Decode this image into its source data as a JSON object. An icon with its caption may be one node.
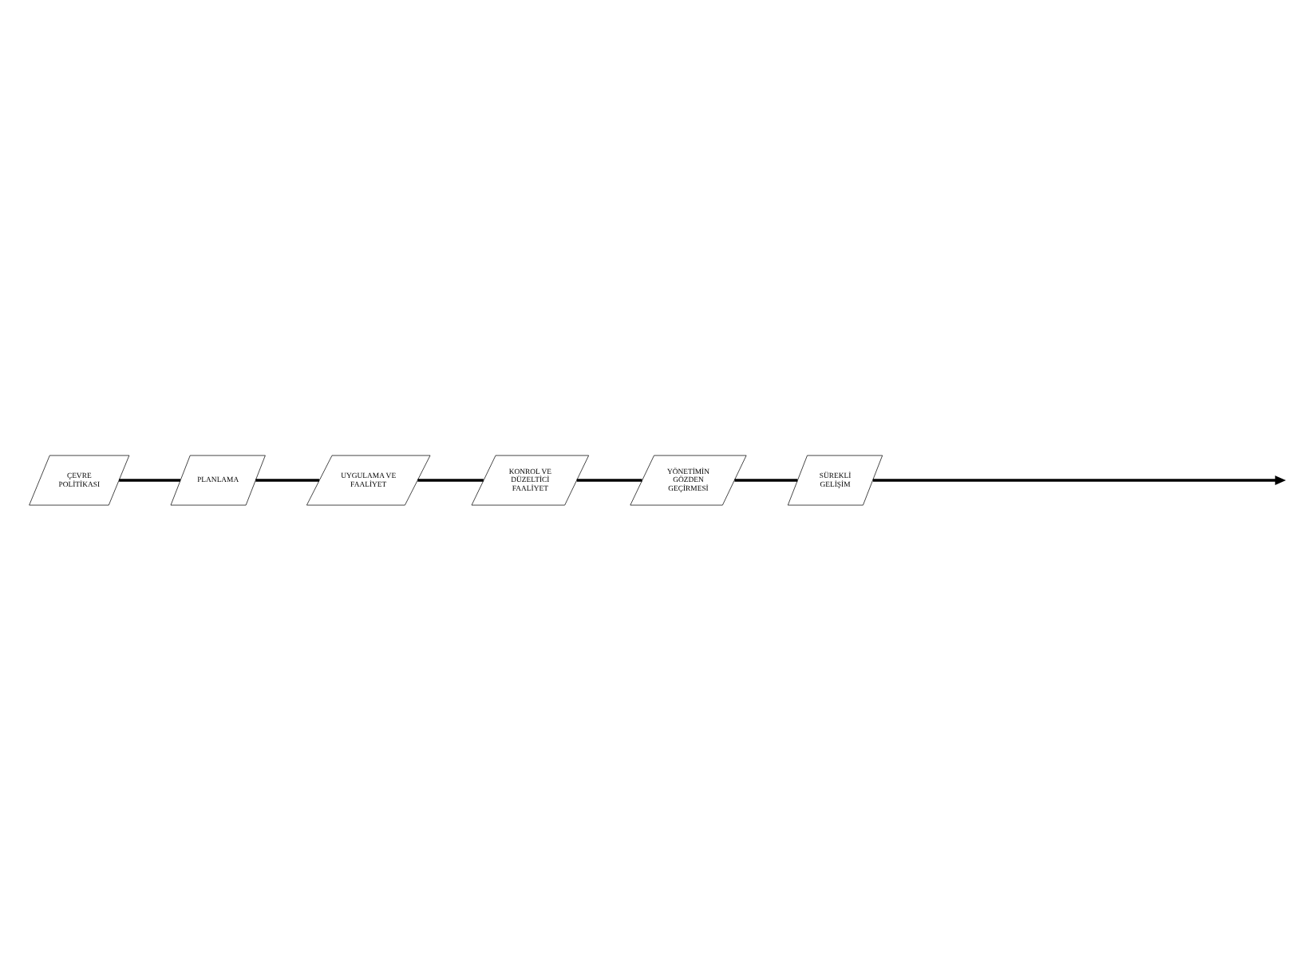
{
  "diagram": {
    "nodes": [
      {
        "text": [
          "SÜREKLİ GELİŞİM"
        ]
      },
      {
        "text": [
          "YÖNETİMİN GÖZDEN GEÇİRMESİ"
        ]
      },
      {
        "text": [
          "ÇEVRE POLİTİKASI"
        ]
      },
      {
        "text": [
          "KONROL VE DÜZELTİCİ FAALİYET"
        ]
      },
      {
        "text": [
          "PLANLAMA"
        ]
      },
      {
        "text": [
          "UYGULAMA VE FAALİYET"
        ]
      }
    ],
    "edges": [
      {
        "from": 2,
        "to": 4,
        "arrow": "none"
      },
      {
        "from": 4,
        "to": 5,
        "arrow": "none"
      },
      {
        "from": 5,
        "to": 3,
        "arrow": "none"
      },
      {
        "from": 3,
        "to": 1,
        "arrow": "none"
      },
      {
        "from": 1,
        "to": 0,
        "arrow": "none"
      },
      {
        "from": 0,
        "to": null,
        "arrow": "to"
      }
    ]
  }
}
